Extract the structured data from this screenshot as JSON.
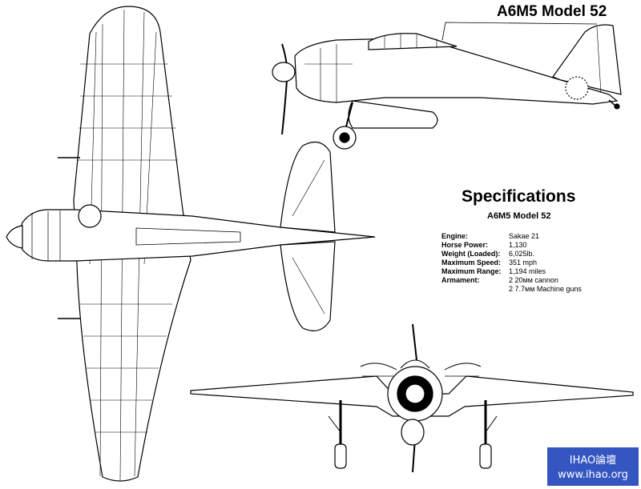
{
  "title": "A6M5 Model 52",
  "specs": {
    "heading": "Specifications",
    "model": "A6M5 Model 52",
    "rows": [
      {
        "label": "Engine:",
        "values": [
          "Sakae 21"
        ]
      },
      {
        "label": "Horse Power:",
        "values": [
          "1,130"
        ]
      },
      {
        "label": "Weight (Loaded):",
        "values": [
          "6,025lb."
        ]
      },
      {
        "label": "Maximum Speed:",
        "values": [
          "351 mph"
        ]
      },
      {
        "label": "Maximum Range:",
        "values": [
          "1,194 miles"
        ]
      },
      {
        "label": "Armament:",
        "values": [
          "2 20мм cannon",
          "2 7.7мм Machine guns"
        ]
      }
    ]
  },
  "watermark": {
    "line1": "IHAO論壇",
    "line2": "www.ihao.org",
    "color": "#3456c0"
  },
  "views": [
    "top-view",
    "side-view",
    "front-view"
  ]
}
